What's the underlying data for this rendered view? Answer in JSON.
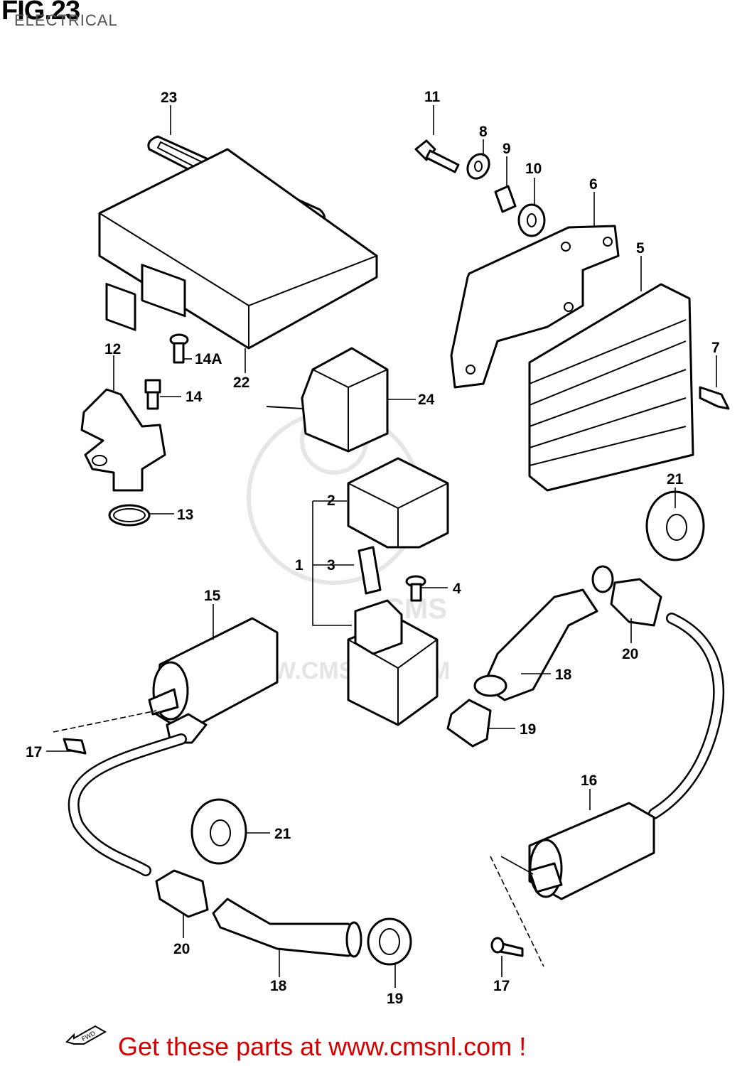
{
  "header": {
    "fig": "FIG.23",
    "section": "ELECTRICAL"
  },
  "callouts": [
    {
      "id": "c23",
      "text": "23"
    },
    {
      "id": "c11",
      "text": "11"
    },
    {
      "id": "c8",
      "text": "8"
    },
    {
      "id": "c9",
      "text": "9"
    },
    {
      "id": "c10",
      "text": "10"
    },
    {
      "id": "c6",
      "text": "6"
    },
    {
      "id": "c5",
      "text": "5"
    },
    {
      "id": "c7",
      "text": "7"
    },
    {
      "id": "c12",
      "text": "12"
    },
    {
      "id": "c14A",
      "text": "14A"
    },
    {
      "id": "c22",
      "text": "22"
    },
    {
      "id": "c14",
      "text": "14"
    },
    {
      "id": "c24",
      "text": "24"
    },
    {
      "id": "c13",
      "text": "13"
    },
    {
      "id": "c2",
      "text": "2"
    },
    {
      "id": "c1",
      "text": "1"
    },
    {
      "id": "c3",
      "text": "3"
    },
    {
      "id": "c4",
      "text": "4"
    },
    {
      "id": "c21a",
      "text": "21"
    },
    {
      "id": "c15",
      "text": "15"
    },
    {
      "id": "c20a",
      "text": "20"
    },
    {
      "id": "c18a",
      "text": "18"
    },
    {
      "id": "c19a",
      "text": "19"
    },
    {
      "id": "c17a",
      "text": "17"
    },
    {
      "id": "c21b",
      "text": "21"
    },
    {
      "id": "c16",
      "text": "16"
    },
    {
      "id": "c20b",
      "text": "20"
    },
    {
      "id": "c18b",
      "text": "18"
    },
    {
      "id": "c19b",
      "text": "19"
    },
    {
      "id": "c17b",
      "text": "17"
    }
  ],
  "watermark": {
    "text": "WWW.CMSNL.COM",
    "logo": "CMS"
  },
  "footer": {
    "link_text": "Get these parts at www.cmsnl.com !"
  },
  "icons": {
    "fwd": "fwd-arrow-icon"
  }
}
